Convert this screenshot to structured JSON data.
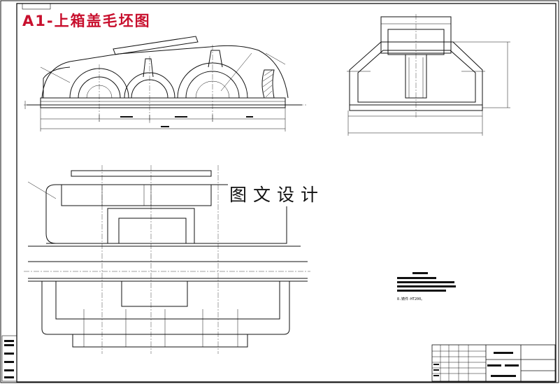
{
  "drawing": {
    "title": "A1-上箱盖毛坯图",
    "watermark": "图文设计",
    "note_line": "8.铸件-HT200。",
    "colors": {
      "title": "#c8102e",
      "line": "#111111",
      "paper": "#ffffff"
    }
  }
}
